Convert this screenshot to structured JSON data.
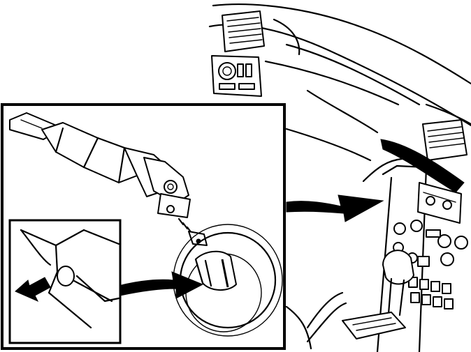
{
  "figure": {
    "components": [
      "dashboard-interior",
      "center-console",
      "gear-selector",
      "steering-column-shaft",
      "universal-joint",
      "clamp-bolt",
      "steering-gear-pinion",
      "detail-inset"
    ],
    "arrows": [
      "callout-arrow-console-to-inset",
      "arrow-shaft-onto-pinion",
      "arrow-pointer-in-detail"
    ]
  }
}
